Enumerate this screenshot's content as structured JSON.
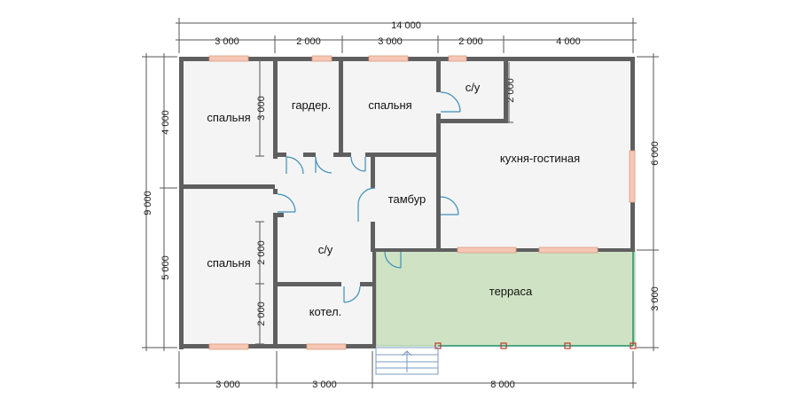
{
  "dimensions": {
    "top_total": "14 000",
    "top_segments": [
      "3 000",
      "2 000",
      "3 000",
      "2 000",
      "4 000"
    ],
    "bottom_segments": [
      "3 000",
      "3 000",
      "8 000"
    ],
    "left_total": "9 000",
    "left_segments": [
      "4 000",
      "5 000"
    ],
    "right_segments": [
      "6 000",
      "3 000"
    ],
    "inner_labels": [
      "3 000",
      "2 000",
      "2 000",
      "2 000"
    ]
  },
  "rooms": {
    "bedroom_top_left": "спальня",
    "wardrobe": "гардер.",
    "bedroom_top_middle": "спальня",
    "bathroom_top": "с/у",
    "kitchen_living": "кухня-гостиная",
    "vestibule": "тамбур",
    "bathroom_middle": "с/у",
    "bedroom_bottom_left": "спальня",
    "boiler": "котел.",
    "terrace": "терраса"
  },
  "colors": {
    "wall": "#5f5f5f",
    "terrace": "#cfe3c4",
    "window": "#f7c7b5",
    "door": "#3f8fb8"
  }
}
